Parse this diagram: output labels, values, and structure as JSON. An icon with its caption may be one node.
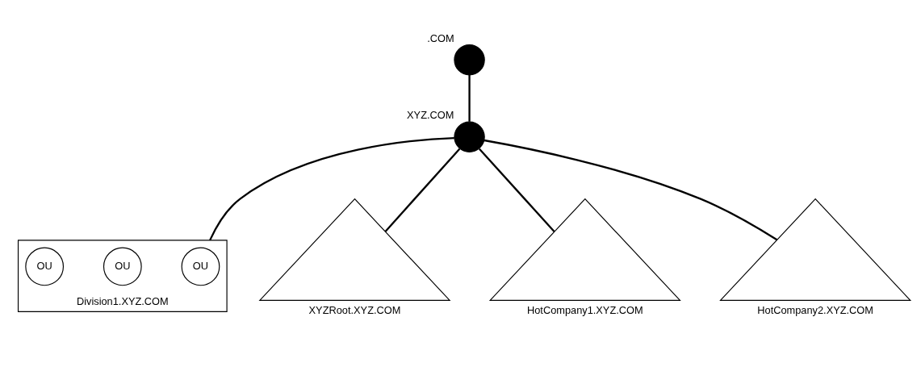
{
  "diagram": {
    "nodes": [
      {
        "text": [],
        "shape": "circle",
        "beside": [
          ".COM"
        ]
      },
      {
        "text": [],
        "shape": "circle",
        "beside": [
          "XYZ.COM"
        ]
      },
      {
        "text": [],
        "shape": "triangle",
        "beside": [
          "Division1.XYZ.COM"
        ]
      },
      {
        "text": [],
        "shape": "triangle",
        "beside": [
          "XYZRoot.XYZ.COM"
        ]
      },
      {
        "text": [],
        "shape": "triangle",
        "beside": [
          "HotCompany1.XYZ.COM"
        ]
      },
      {
        "text": [],
        "shape": "triangle",
        "beside": [
          "HotCompany2.XYZ.COM"
        ]
      },
      {
        "text": [
          "OU"
        ],
        "in": 2
      },
      {
        "text": [
          "OU"
        ],
        "in": 2
      },
      {
        "text": [
          "OU"
        ],
        "in": 2
      }
    ],
    "edges": [
      {
        "from": 0,
        "to": 1,
        "arrow": "none"
      },
      {
        "from": 1,
        "to": 2,
        "arrow": "none"
      },
      {
        "from": 1,
        "to": 3,
        "arrow": "none"
      },
      {
        "from": 1,
        "to": 4,
        "arrow": "none"
      },
      {
        "from": 1,
        "to": 5,
        "arrow": "none"
      }
    ]
  }
}
